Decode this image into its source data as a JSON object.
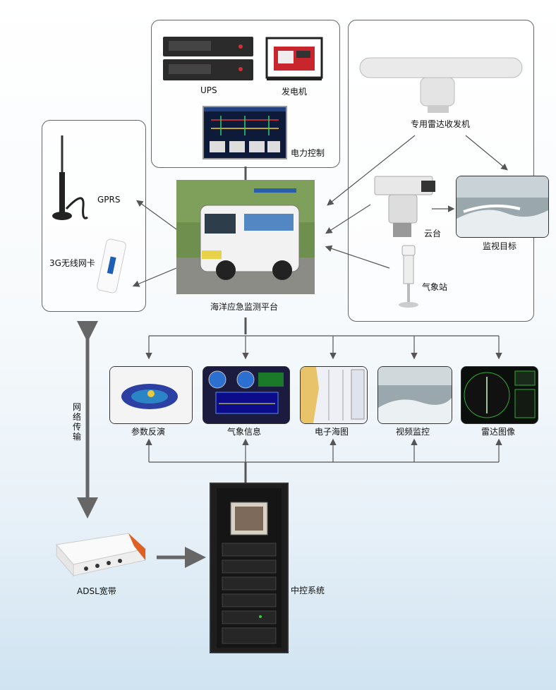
{
  "power": {
    "ups": "UPS",
    "generator": "发电机",
    "control": "电力控制"
  },
  "radar": {
    "transceiver": "专用雷达收发机",
    "ptz": "云台",
    "target": "监视目标",
    "weather_station": "气象站"
  },
  "comm": {
    "gprs": "GPRS",
    "card": "3G无线网卡"
  },
  "platform": "海洋应急监测平台",
  "outputs": [
    "参数反演",
    "气象信息",
    "电子海图",
    "视频监控",
    "雷达图像"
  ],
  "network": "网络传输",
  "adsl": "ADSL宽带",
  "control_system": "中控系统",
  "colors": {
    "line": "#555555",
    "arrow": "#666666",
    "panel_border": "#666666"
  }
}
